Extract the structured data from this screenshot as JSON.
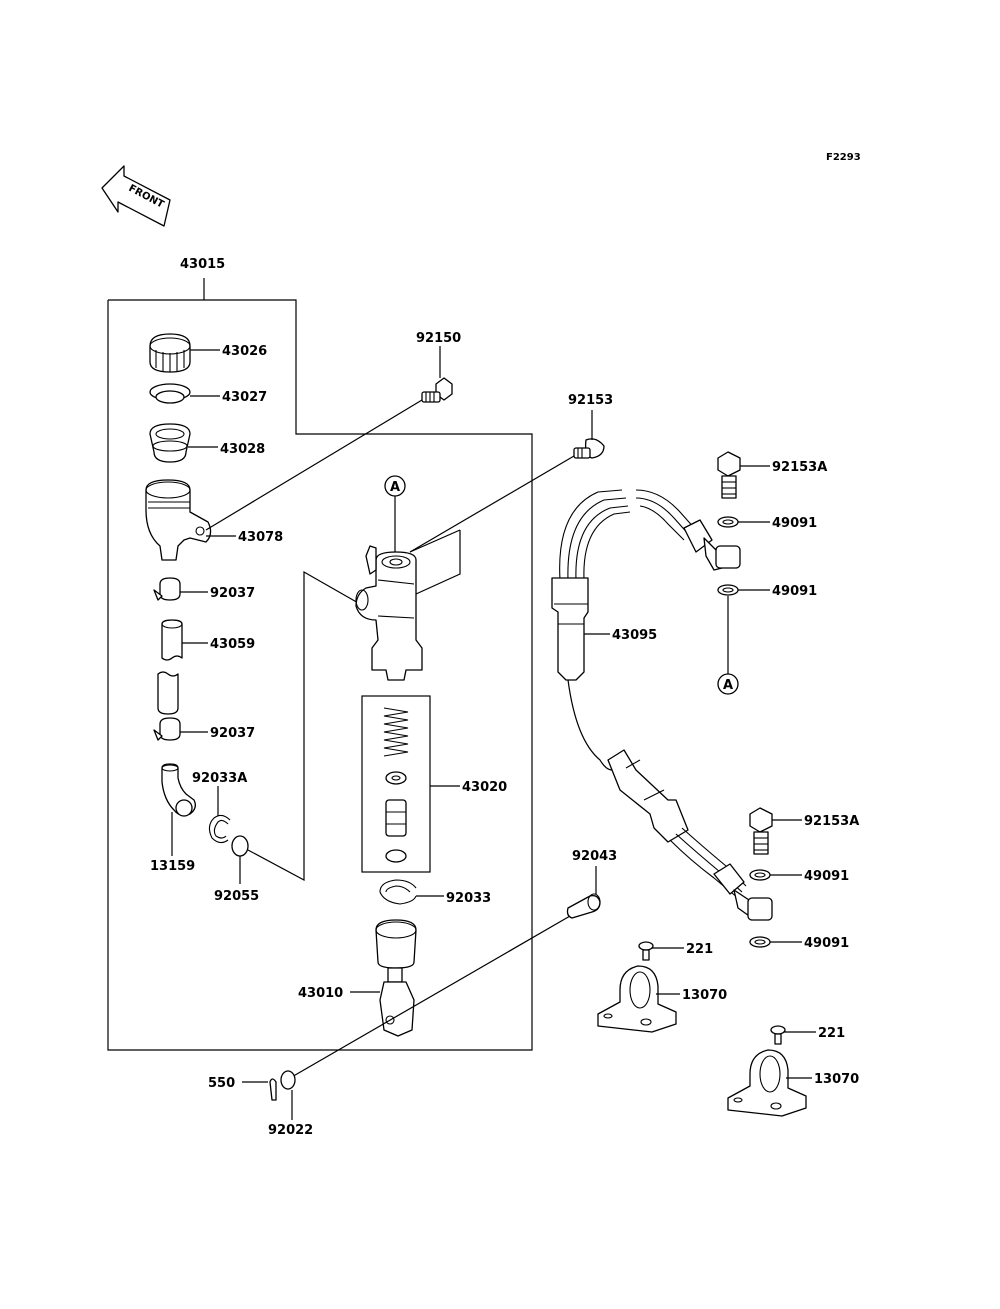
{
  "figure_code": "F2293",
  "front_arrow": "FRONT",
  "callouts": {
    "A": "A"
  },
  "parts": {
    "p43015": "43015",
    "p43026": "43026",
    "p43027": "43027",
    "p43028": "43028",
    "p43078": "43078",
    "p92037_upper": "92037",
    "p43059": "43059",
    "p92037_lower": "92037",
    "p92033A": "92033A",
    "p13159": "13159",
    "p92055": "92055",
    "p92150": "92150",
    "p92153": "92153",
    "p92153A_upper": "92153A",
    "p49091_a": "49091",
    "p49091_b": "49091",
    "p43095": "43095",
    "p43020": "43020",
    "p92033": "92033",
    "p92043": "92043",
    "p43010": "43010",
    "p92153A_lower": "92153A",
    "p49091_c": "49091",
    "p49091_d": "49091",
    "p221_upper": "221",
    "p13070_upper": "13070",
    "p221_lower": "221",
    "p13070_lower": "13070",
    "p550": "550",
    "p92022": "92022"
  }
}
